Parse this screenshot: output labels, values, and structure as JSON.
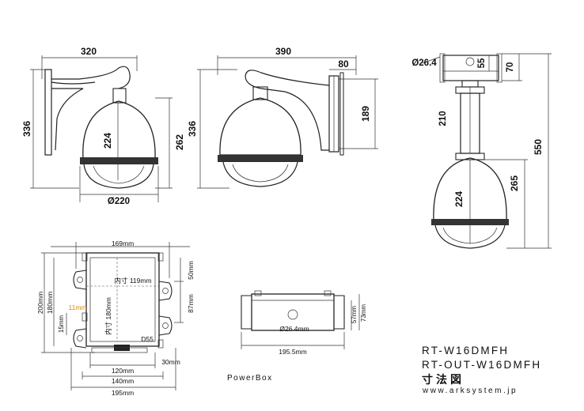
{
  "side_view": {
    "width": "320",
    "height": "336",
    "dome_height": "224",
    "bracket_height": "262",
    "dome_diameter": "Ø220"
  },
  "front_view": {
    "width": "390",
    "mount_width": "80",
    "height": "336",
    "mount_height": "189"
  },
  "pendant_view": {
    "pipe_diameter": "Ø26.4",
    "cap_height": "55",
    "cap_total": "70",
    "pipe_length": "210",
    "total_height": "550",
    "dome_height": "224",
    "dome_section": "265"
  },
  "powerbox_front": {
    "outer_width": "169mm",
    "inner_width_label": "内寸 119mm",
    "inner_height_label": "内寸 180mm",
    "total_height": "200mm",
    "body_height": "180mm",
    "screw_offset": "11mm",
    "side_offset": "15mm",
    "d_mark": "D55",
    "right_top": "50mm",
    "right_mid": "87mm",
    "right_bottom": "30mm",
    "bottom_inner": "120mm",
    "bottom_mid": "140mm",
    "bottom_total": "195mm"
  },
  "powerbox_side": {
    "hole": "Ø26.4mm",
    "height_inner": "57mm",
    "height_outer": "73mm",
    "width": "195.5mm"
  },
  "powerbox_label": "PowerBox",
  "model_line_1": "RT-W16DMFH",
  "model_line_2": "RT-OUT-W16DMFH",
  "drawing_label": "寸法図",
  "website": "www.arksystem.jp"
}
